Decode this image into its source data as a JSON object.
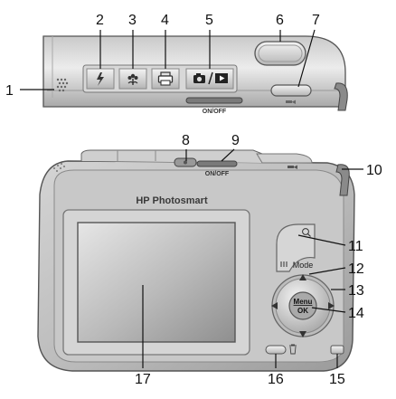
{
  "callouts": {
    "c1": "1",
    "c2": "2",
    "c3": "3",
    "c4": "4",
    "c5": "5",
    "c6": "6",
    "c7": "7",
    "c8": "8",
    "c9": "9",
    "c10": "10",
    "c11": "11",
    "c12": "12",
    "c13": "13",
    "c14": "14",
    "c15": "15",
    "c16": "16",
    "c17": "17"
  },
  "camera_labels": {
    "onoff_top": "ON/OFF",
    "onoff_back": "ON/OFF",
    "brand": "HP Photosmart",
    "mode": "Mode",
    "menu": "Menu",
    "ok": "OK"
  },
  "icons": {
    "flash": "flash-icon",
    "macro": "macro-flower-icon",
    "print": "print-icon",
    "camera_playback": "camera-playback-icon",
    "delete": "trash-icon",
    "zoom_in": "magnify-icon",
    "zoom_out": "thumbnails-icon",
    "video": "video-camera-icon"
  }
}
